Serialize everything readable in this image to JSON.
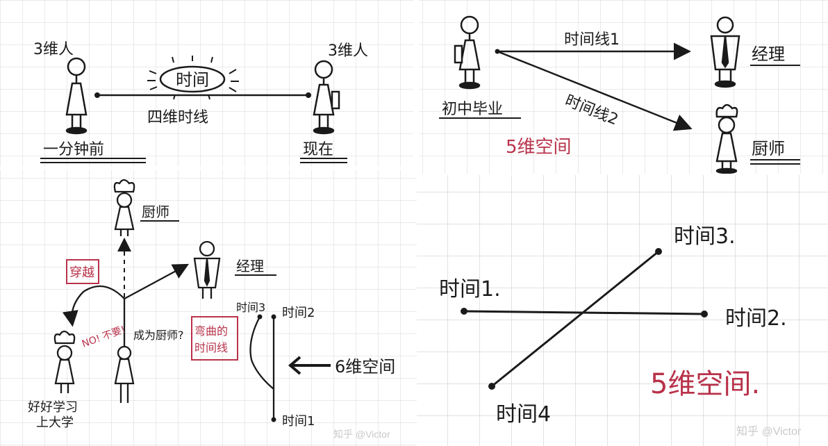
{
  "panel1": {
    "left_figure_label": "3维人",
    "right_figure_label": "3维人",
    "bubble_text": "时间",
    "line_label": "四维时线",
    "left_caption": "一分钟前",
    "right_caption": "现在"
  },
  "panel2": {
    "start_caption": "初中毕业",
    "timeline1_label": "时间线1",
    "timeline2_label": "时间线2",
    "manager_label": "经理",
    "chef_label": "厨师",
    "space_label": "5维空间"
  },
  "panel3": {
    "chef_label": "厨师",
    "manager_label": "经理",
    "crossing_box": "穿越",
    "chef_question": "成为厨师?",
    "no_shout": "NO! 不要!",
    "study_caption_line1": "好好学习",
    "study_caption_line2": "上大学",
    "time3_label": "时间3",
    "time2_label": "时间2",
    "time1_label": "时间1",
    "bend_box_line1": "弯曲的",
    "bend_box_line2": "时间线",
    "space_label": "6维空间"
  },
  "panel4": {
    "time1": "时间1.",
    "time2": "时间2.",
    "time3": "时间3.",
    "time4": "时间4",
    "space_label": "5维空间."
  },
  "watermarks": {
    "bottom_left": "知乎 @Victor",
    "bottom_right": "知乎 @Victor"
  },
  "colors": {
    "ink": "#1a1a1a",
    "red_ink": "#b8324a",
    "grid": "#d6d6d6"
  }
}
